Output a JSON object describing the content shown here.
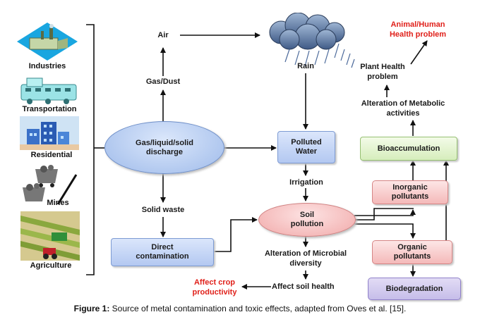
{
  "sources": [
    {
      "label": "Industries",
      "icon": "factory-icon"
    },
    {
      "label": "Transportation",
      "icon": "train-icon"
    },
    {
      "label": "Residential",
      "icon": "buildings-icon"
    },
    {
      "label": "Mines",
      "icon": "mine-cart-icon"
    },
    {
      "label": "Agriculture",
      "icon": "farm-field-icon"
    }
  ],
  "nodes": {
    "discharge": "Gas/liquid/solid discharge",
    "air": "Air",
    "gas_dust": "Gas/Dust",
    "solid_waste": "Solid waste",
    "direct_contamination": "Direct contamination",
    "rain": "Rain",
    "polluted_water": "Polluted Water",
    "irrigation": "Irrigation",
    "soil_pollution": "Soil pollution",
    "alteration_microbial": "Alteration of Microbial diversity",
    "affect_soil": "Affect soil health",
    "affect_crop": "Affect crop productivity",
    "inorganic": "Inorganic pollutants",
    "organic": "Organic pollutants",
    "biodegradation": "Biodegradation",
    "bioaccumulation": "Bioaccumulation",
    "alteration_metabolic": "Alteration of Metabolic activities",
    "plant_health": "Plant Health problem",
    "animal_health": "Animal/Human Health problem"
  },
  "caption": {
    "prefix": "Figure 1:",
    "text": " Source of metal contamination and toxic effects, adapted from Oves et al. [15]."
  },
  "colors": {
    "blue_box": "#b3c8f1",
    "green_box": "#d6edbc",
    "pink_box": "#f4b9b9",
    "purple_box": "#c6bde9",
    "alert_text": "#e0201a"
  }
}
